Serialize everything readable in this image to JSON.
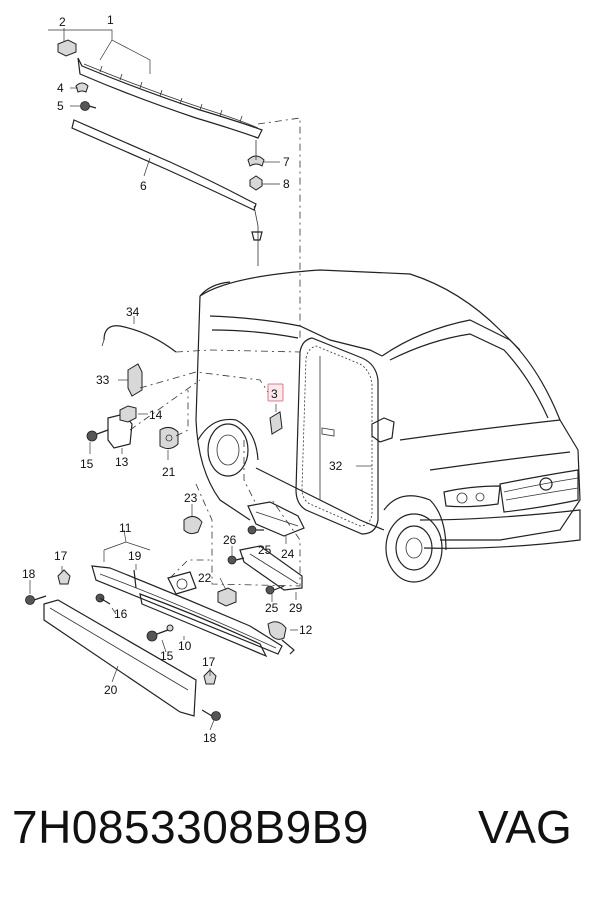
{
  "diagram": {
    "callouts": {
      "c1": "1",
      "c2": "2",
      "c3": "3",
      "c4": "4",
      "c5": "5",
      "c6": "6",
      "c7": "7",
      "c8": "8",
      "c10": "10",
      "c11": "11",
      "c12": "12",
      "c13": "13",
      "c14": "14",
      "c15a": "15",
      "c15b": "15",
      "c16": "16",
      "c17a": "17",
      "c17b": "17",
      "c18a": "18",
      "c18b": "18",
      "c19": "19",
      "c20": "20",
      "c21": "21",
      "c22": "22",
      "c23": "23",
      "c24": "24",
      "c25a": "25",
      "c25b": "25",
      "c26": "26",
      "c29": "29",
      "c32": "32",
      "c33": "33",
      "c34": "34"
    },
    "highlight_color": "#e07a8c"
  },
  "footer": {
    "part_number": "7H0853308B9B9",
    "brand": "VAG"
  }
}
